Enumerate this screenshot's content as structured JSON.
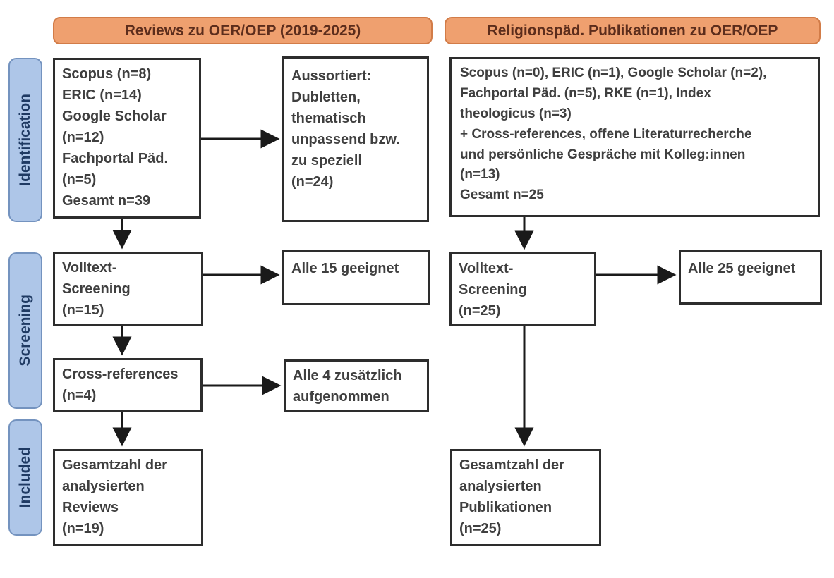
{
  "diagram": {
    "column_headers": [
      "Reviews zu OER/OEP (2019-2025)",
      "Religionspäd. Publikationen zu OER/OEP"
    ],
    "stage_labels": [
      "Identification",
      "Screening",
      "Included"
    ],
    "boxes": {
      "left_identification": "Scopus (n=8)\nERIC (n=14)\nGoogle Scholar\n(n=12)\nFachportal Päd.\n(n=5)\nGesamt n=39",
      "left_excluded": "Aussortiert:\nDubletten,\nthematisch\nunpassend bzw.\nzu speziell\n(n=24)",
      "left_fulltext": "Volltext-\nScreening\n(n=15)",
      "left_fulltext_result": "Alle 15 geeignet",
      "left_crossref": "Cross-references\n(n=4)",
      "left_crossref_result": "Alle 4 zusätzlich\naufgenommen",
      "left_included": "Gesamtzahl der\nanalysierten\nReviews\n(n=19)",
      "right_identification": "Scopus (n=0), ERIC (n=1), Google Scholar (n=2),\nFachportal Päd. (n=5), RKE (n=1), Index\ntheologicus (n=3)\n+ Cross-references, offene Literaturrecherche\nund persönliche Gespräche mit Kolleg:innen\n(n=13)\nGesamt n=25",
      "right_fulltext": "Volltext-\nScreening\n(n=25)",
      "right_fulltext_result": "Alle 25 geeignet",
      "right_included": "Gesamtzahl der\nanalysierten\nPublikationen\n(n=25)"
    },
    "colors": {
      "header_fill": "#efa06f",
      "header_border": "#d27c48",
      "header_text": "#5c2d1c",
      "stage_fill": "#aec6e8",
      "stage_border": "#7493bf",
      "stage_text": "#1f3a63",
      "box_border": "#2d2d2d",
      "box_text": "#3f3f3f",
      "arrow": "#1a1a1a",
      "background": "#ffffff"
    }
  }
}
